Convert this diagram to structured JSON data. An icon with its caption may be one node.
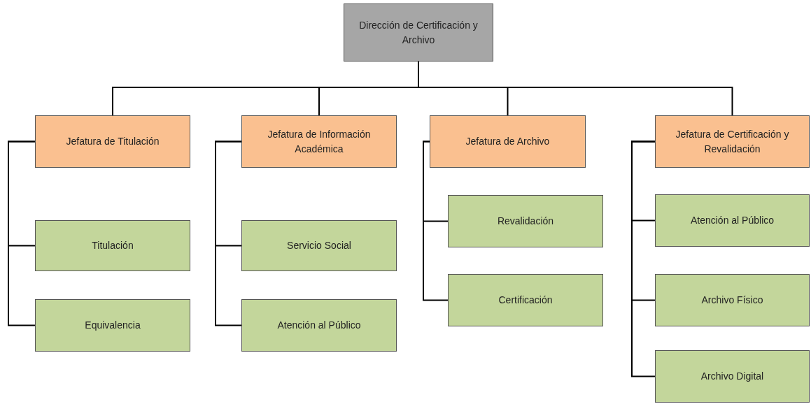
{
  "diagram": {
    "nodes": [
      {
        "text": [
          "Dirección de Certificación y Archivo"
        ]
      },
      {
        "text": [
          "Jefatura de Titulación"
        ]
      },
      {
        "text": [
          "Titulación"
        ]
      },
      {
        "text": [
          "Equivalencia"
        ]
      },
      {
        "text": [
          "Jefatura de Información Académica"
        ]
      },
      {
        "text": [
          "Servicio Social"
        ]
      },
      {
        "text": [
          "Atención al Público"
        ]
      },
      {
        "text": [
          "Jefatura de Archivo"
        ]
      },
      {
        "text": [
          "Revalidación"
        ]
      },
      {
        "text": [
          "Certificación"
        ]
      },
      {
        "text": [
          "Jefatura de Certificación y Revalidación"
        ]
      },
      {
        "text": [
          "Atención al Público"
        ]
      },
      {
        "text": [
          "Archivo Físico"
        ]
      },
      {
        "text": [
          "Archivo Digital"
        ]
      }
    ],
    "edges": [
      {
        "from": 0,
        "to": 1,
        "arrow": "none"
      },
      {
        "from": 0,
        "to": 4,
        "arrow": "none"
      },
      {
        "from": 0,
        "to": 7,
        "arrow": "none"
      },
      {
        "from": 0,
        "to": 10,
        "arrow": "none"
      },
      {
        "from": 1,
        "to": 2,
        "arrow": "none"
      },
      {
        "from": 1,
        "to": 3,
        "arrow": "none"
      },
      {
        "from": 4,
        "to": 5,
        "arrow": "none"
      },
      {
        "from": 4,
        "to": 6,
        "arrow": "none"
      },
      {
        "from": 7,
        "to": 8,
        "arrow": "none"
      },
      {
        "from": 7,
        "to": 9,
        "arrow": "none"
      },
      {
        "from": 10,
        "to": 11,
        "arrow": "none"
      },
      {
        "from": 10,
        "to": 12,
        "arrow": "none"
      },
      {
        "from": 10,
        "to": 13,
        "arrow": "none"
      }
    ]
  }
}
